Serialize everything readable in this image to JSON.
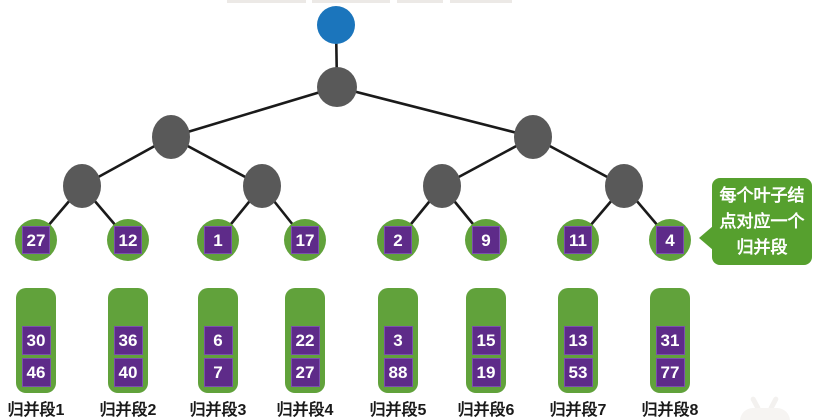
{
  "colors": {
    "node_green": "#61a23b",
    "value_purple": "#5e2b89",
    "internal_gray": "#595959",
    "root_blue": "#1b75bc",
    "edge_black": "#1a1a1a",
    "callout_green": "#56a02e",
    "value_text": "#ffffff",
    "label_text": "#1a1a1a"
  },
  "tree": {
    "leaves": [
      {
        "value": "27"
      },
      {
        "value": "12"
      },
      {
        "value": "1"
      },
      {
        "value": "17"
      },
      {
        "value": "2"
      },
      {
        "value": "9"
      },
      {
        "value": "11"
      },
      {
        "value": "4"
      }
    ]
  },
  "segments": [
    {
      "label": "归并段1",
      "values": [
        "30",
        "46"
      ]
    },
    {
      "label": "归并段2",
      "values": [
        "36",
        "40"
      ]
    },
    {
      "label": "归并段3",
      "values": [
        "6",
        "7"
      ]
    },
    {
      "label": "归并段4",
      "values": [
        "22",
        "27"
      ]
    },
    {
      "label": "归并段5",
      "values": [
        "3",
        "88"
      ]
    },
    {
      "label": "归并段6",
      "values": [
        "15",
        "19"
      ]
    },
    {
      "label": "归并段7",
      "values": [
        "13",
        "53"
      ]
    },
    {
      "label": "归并段8",
      "values": [
        "31",
        "77"
      ]
    }
  ],
  "callout": {
    "text": "每个叶子结点对应一个归并段",
    "lines": [
      "每个叶子结",
      "点对应一个",
      "归并段"
    ]
  }
}
